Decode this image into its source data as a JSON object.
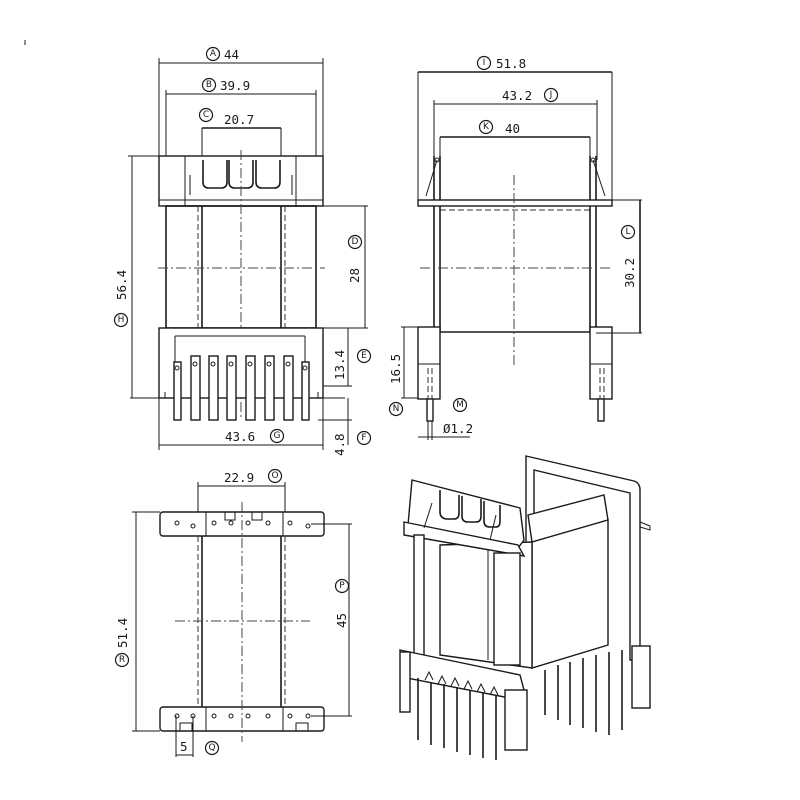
{
  "drawing": {
    "title": "Transformer bobbin technical drawing",
    "views": [
      "front-view",
      "side-view",
      "bottom-view",
      "isometric-view"
    ]
  },
  "front_view": {
    "dims": {
      "A": {
        "letter": "A",
        "value": "44"
      },
      "B": {
        "letter": "B",
        "value": "39.9"
      },
      "C": {
        "letter": "C",
        "value": "20.7"
      },
      "D": {
        "letter": "D",
        "value": "28"
      },
      "E": {
        "letter": "E",
        "value": "13.4"
      },
      "F": {
        "letter": "F",
        "value": "4.8"
      },
      "G": {
        "letter": "G",
        "value": "43.6"
      },
      "H": {
        "letter": "H",
        "value": "56.4"
      }
    }
  },
  "side_view": {
    "dims": {
      "I": {
        "letter": "I",
        "value": "51.8"
      },
      "J": {
        "letter": "J",
        "value": "43.2"
      },
      "K": {
        "letter": "K",
        "value": "40"
      },
      "L": {
        "letter": "L",
        "value": "30.2"
      },
      "M": {
        "letter": "M",
        "value": "Ø1.2"
      },
      "N": {
        "letter": "N",
        "value": "16.5"
      }
    }
  },
  "bottom_view": {
    "dims": {
      "O": {
        "letter": "O",
        "value": "22.9"
      },
      "P": {
        "letter": "P",
        "value": "45"
      },
      "Q": {
        "letter": "Q",
        "value": "5"
      },
      "R": {
        "letter": "R",
        "value": "51.4"
      }
    }
  },
  "colors": {
    "line": "#1a1a1a",
    "background": "#ffffff"
  }
}
